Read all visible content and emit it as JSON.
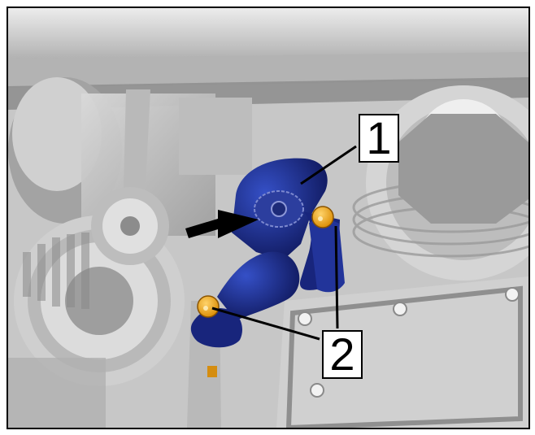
{
  "diagram": {
    "callouts": [
      {
        "label": "1",
        "target": "belt-tensioner"
      },
      {
        "label": "2",
        "target": "mounting-bolts"
      }
    ],
    "colors": {
      "component_highlight": "#1f2f8f",
      "component_dark": "#10195e",
      "bolt_highlight": "#f1a51b",
      "engine_gray": "#c4c4c4",
      "engine_dark": "#8a8a8a",
      "arrow": "#000000"
    }
  }
}
